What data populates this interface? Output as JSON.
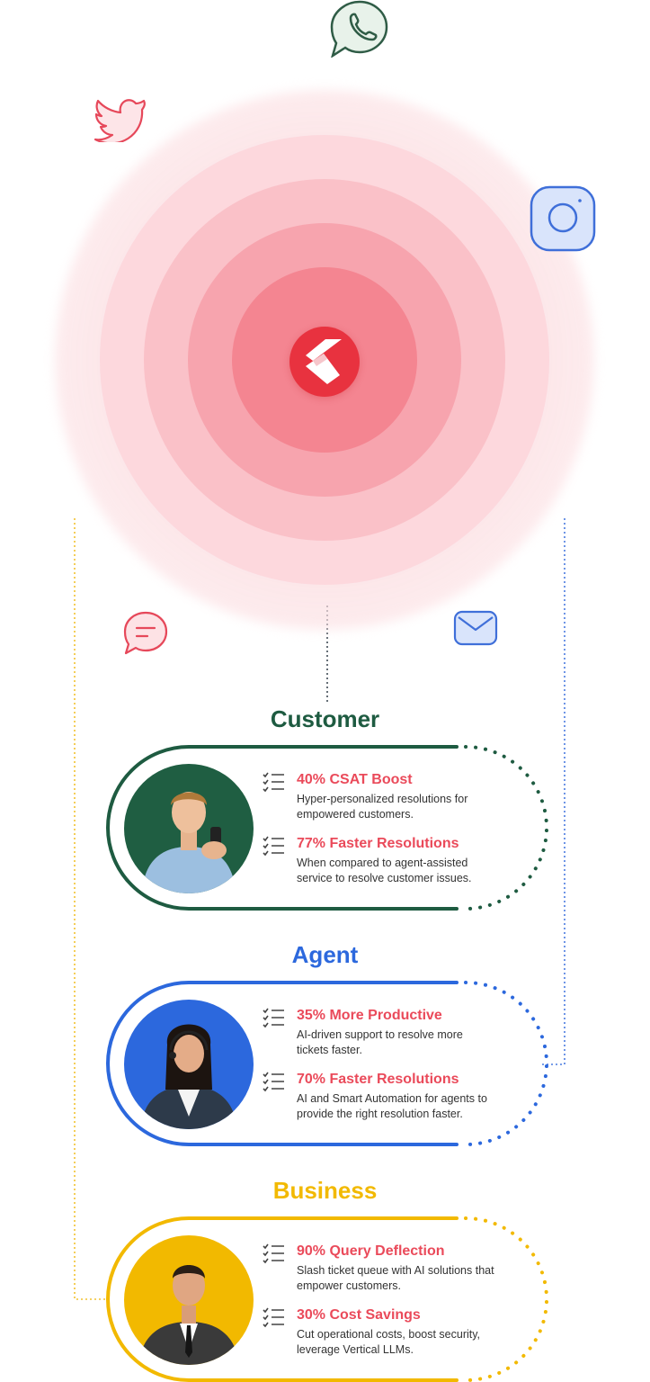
{
  "colors": {
    "customer": "#1e5b41",
    "agent": "#2c68dd",
    "business": "#f2b900",
    "stat_text": "#ea4a5a",
    "logo_bg": "#e8323f"
  },
  "icons": [
    "whatsapp-icon",
    "twitter-icon",
    "instagram-icon",
    "chat-icon",
    "mail-icon",
    "brand-logo-icon",
    "checklist-icon"
  ],
  "sections": {
    "customer": {
      "title": "Customer",
      "items": [
        {
          "stat": "40% CSAT Boost",
          "desc1": "Hyper-personalized resolutions for",
          "desc2": "empowered customers."
        },
        {
          "stat": "77% Faster Resolutions",
          "desc1": "When compared to agent-assisted",
          "desc2": "service to resolve customer issues."
        }
      ]
    },
    "agent": {
      "title": "Agent",
      "items": [
        {
          "stat": "35% More Productive",
          "desc1": "AI-driven support to resolve more",
          "desc2": "tickets faster."
        },
        {
          "stat": "70% Faster Resolutions",
          "desc1": "AI and Smart Automation for agents to",
          "desc2": "provide the right resolution faster."
        }
      ]
    },
    "business": {
      "title": "Business",
      "items": [
        {
          "stat": "90% Query Deflection",
          "desc1": "Slash ticket queue with AI solutions that",
          "desc2": "empower customers."
        },
        {
          "stat": "30% Cost Savings",
          "desc1": "Cut operational costs, boost security,",
          "desc2": "leverage Vertical LLMs."
        }
      ]
    }
  }
}
